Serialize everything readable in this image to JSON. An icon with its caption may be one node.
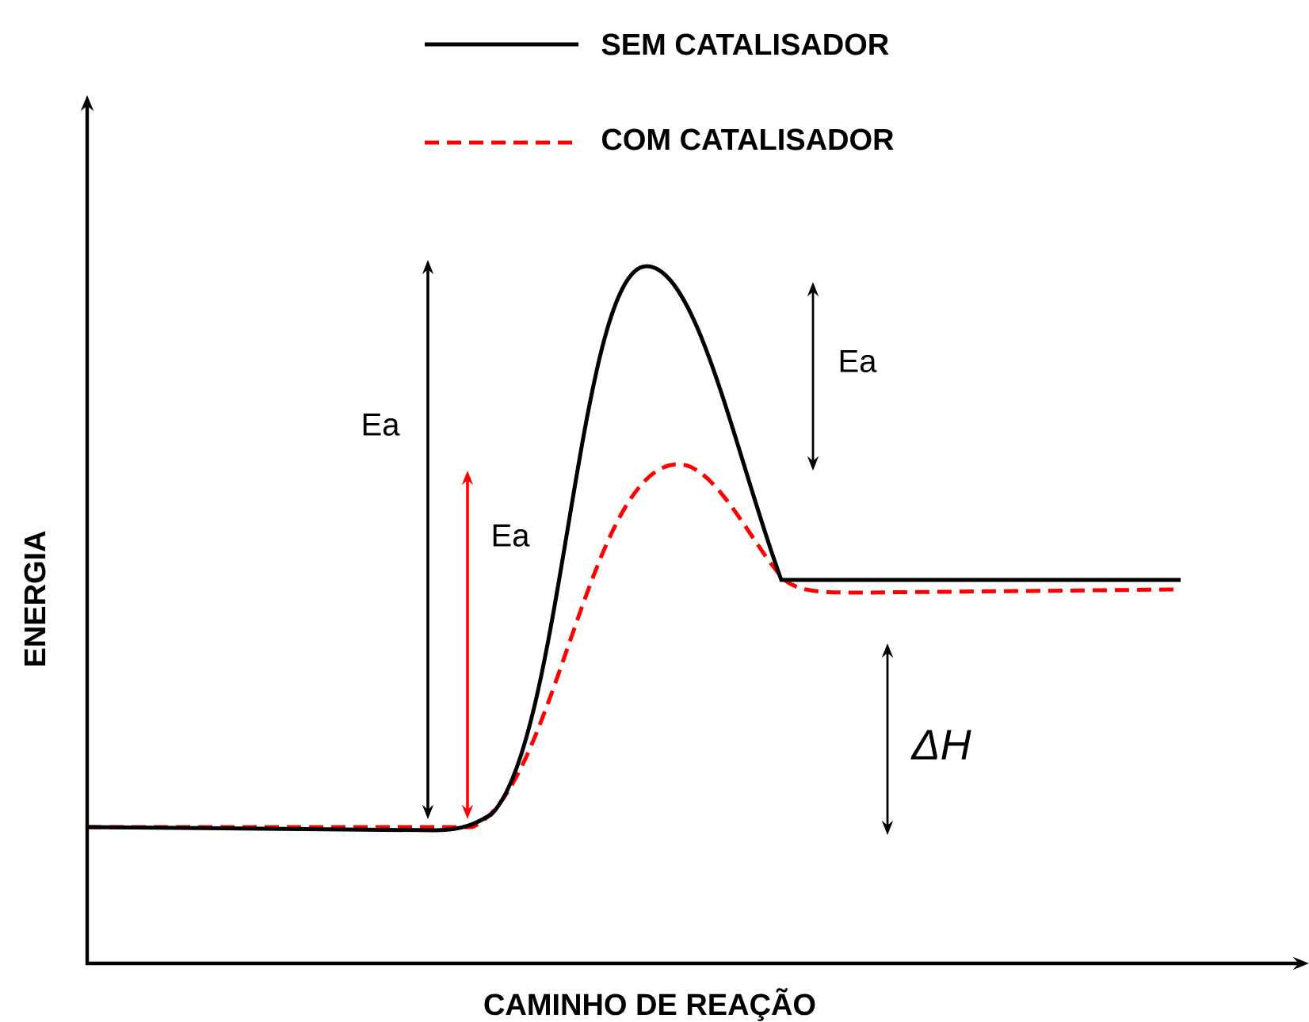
{
  "diagram": {
    "labels": [
      "Ea",
      "Ea",
      "Ea",
      "ΔH",
      "ENERGIA",
      "CAMINHO DE REAÇÃO"
    ],
    "legend": [
      {
        "text": "SEM CATALISADOR"
      },
      {
        "text": "COM CATALISADOR"
      }
    ]
  }
}
